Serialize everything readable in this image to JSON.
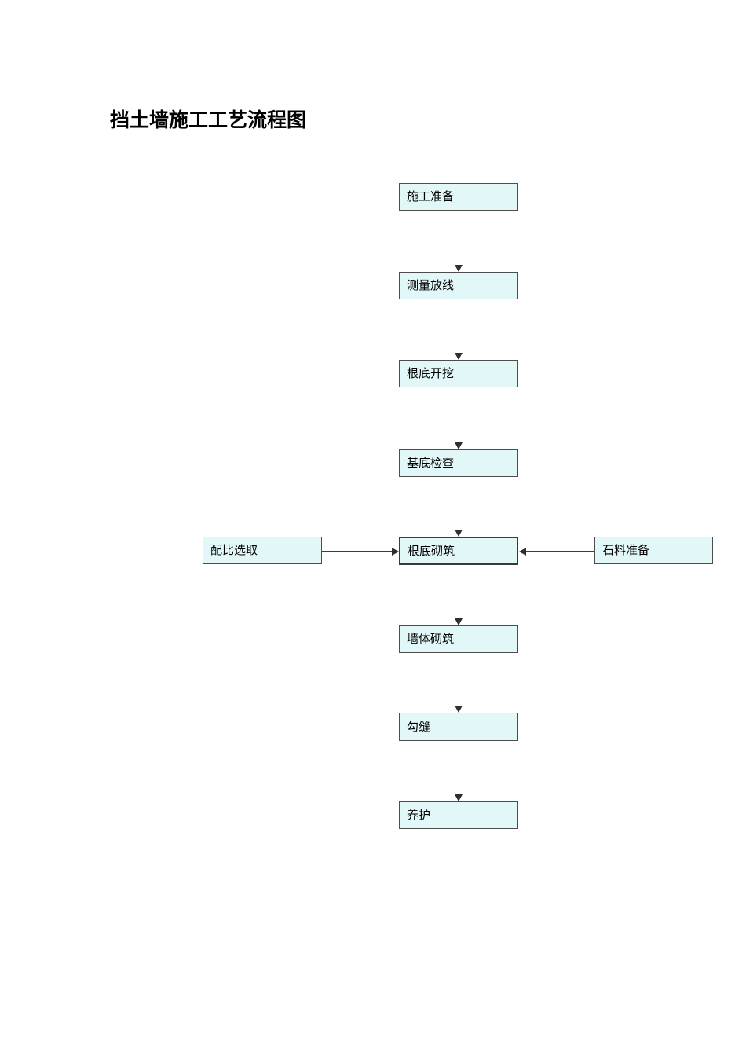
{
  "document": {
    "title": "挡土墙施工工艺流程图",
    "page_background": "#ffffff"
  },
  "theme": {
    "node_fill": "#e2f7f7",
    "node_border": "#4d4d4d",
    "connector": "#3b3b3b",
    "text": "#000000"
  },
  "chart_data": {
    "type": "diagram",
    "title": "挡土墙施工工艺流程图",
    "diagram_kind": "flowchart",
    "orientation": "top-to-bottom with two lateral inputs",
    "nodes": [
      {
        "id": "n1",
        "label": "施工准备",
        "column": "main",
        "order": 1
      },
      {
        "id": "n2",
        "label": "测量放线",
        "column": "main",
        "order": 2
      },
      {
        "id": "n3",
        "label": "根底开挖",
        "column": "main",
        "order": 3
      },
      {
        "id": "n4",
        "label": "基底检查",
        "column": "main",
        "order": 4
      },
      {
        "id": "n5",
        "label": "根底砌筑",
        "column": "main",
        "order": 5
      },
      {
        "id": "n6",
        "label": "墙体砌筑",
        "column": "main",
        "order": 6
      },
      {
        "id": "n7",
        "label": "勾缝",
        "column": "main",
        "order": 7
      },
      {
        "id": "n8",
        "label": "养护",
        "column": "main",
        "order": 8
      },
      {
        "id": "nL",
        "label": "配比选取",
        "column": "left",
        "order": 1
      },
      {
        "id": "nR",
        "label": "石料准备",
        "column": "right",
        "order": 1
      }
    ],
    "edges": [
      {
        "from": "n1",
        "to": "n2",
        "direction": "down"
      },
      {
        "from": "n2",
        "to": "n3",
        "direction": "down"
      },
      {
        "from": "n3",
        "to": "n4",
        "direction": "down"
      },
      {
        "from": "n4",
        "to": "n5",
        "direction": "down"
      },
      {
        "from": "n5",
        "to": "n6",
        "direction": "down"
      },
      {
        "from": "n6",
        "to": "n7",
        "direction": "down"
      },
      {
        "from": "n7",
        "to": "n8",
        "direction": "down"
      },
      {
        "from": "nL",
        "to": "n5",
        "direction": "right"
      },
      {
        "from": "nR",
        "to": "n5",
        "direction": "left"
      }
    ]
  }
}
